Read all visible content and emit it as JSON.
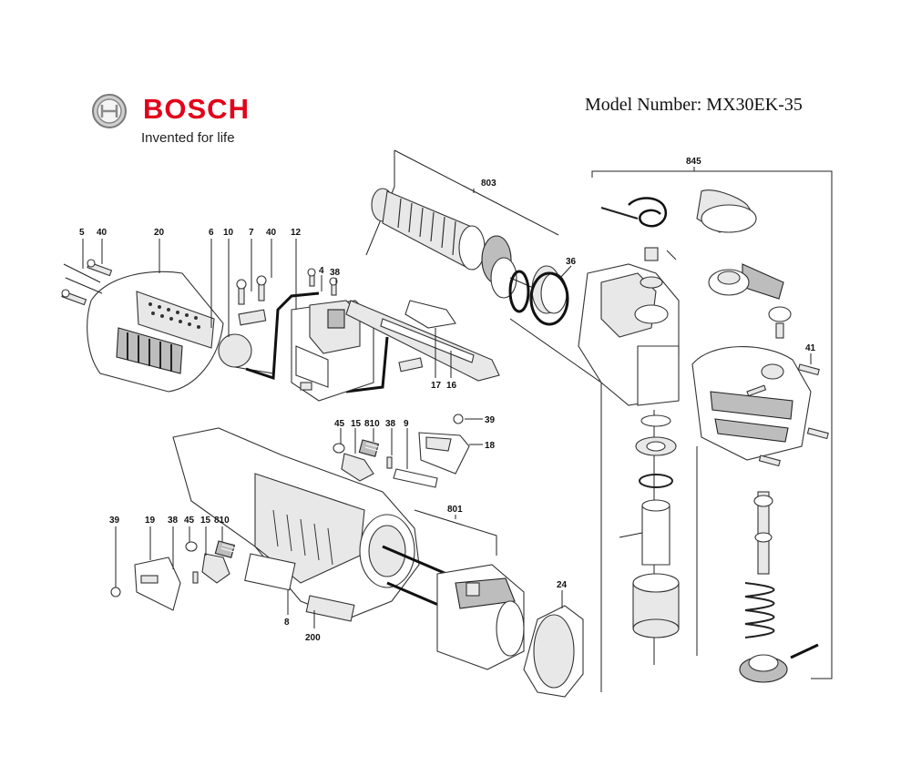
{
  "brand": {
    "name": "BOSCH",
    "tagline": "Invented for life"
  },
  "model": {
    "label": "Model Number: MX30EK-35"
  },
  "callouts": {
    "c5": "5",
    "c40a": "40",
    "c20": "20",
    "c6": "6",
    "c10": "10",
    "c7": "7",
    "c40b": "40",
    "c12": "12",
    "c4": "4",
    "c38a": "38",
    "c803": "803",
    "c36": "36",
    "c845": "845",
    "c41": "41",
    "c17": "17",
    "c16": "16",
    "c45a": "45",
    "c15a": "15",
    "c810a": "810",
    "c38b": "38",
    "c9": "9",
    "c39a": "39",
    "c18": "18",
    "c801": "801",
    "c39b": "39",
    "c19": "19",
    "c38c": "38",
    "c45b": "45",
    "c15b": "15",
    "c810b": "810",
    "c24": "24",
    "c8": "8",
    "c200": "200"
  },
  "colors": {
    "brand_red": "#e2001a",
    "line": "#222222",
    "shade": "#bdbdbd"
  }
}
